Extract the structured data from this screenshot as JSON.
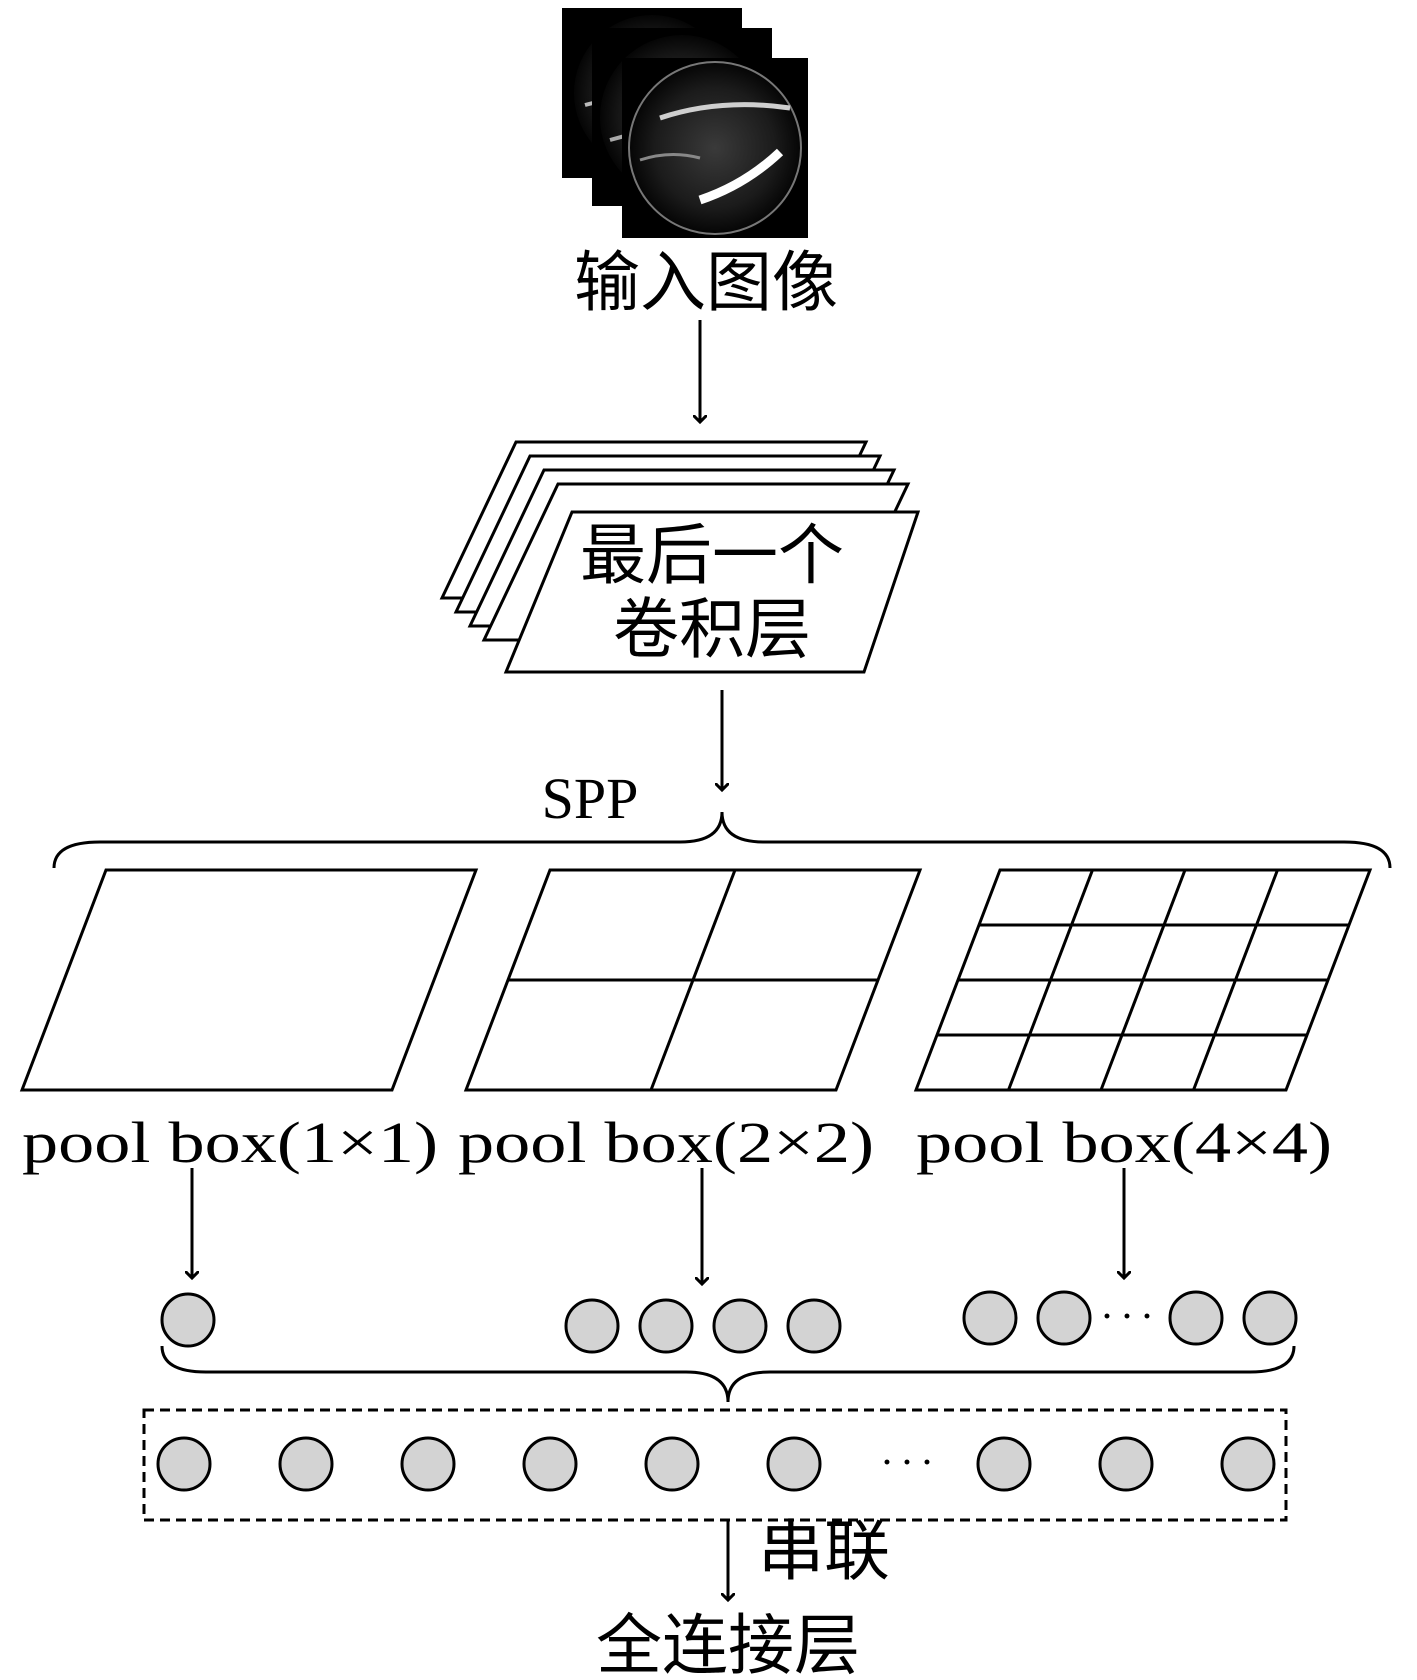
{
  "diagram": {
    "input_label": "输入图像",
    "conv_label_line1": "最后一个",
    "conv_label_line2": "卷积层",
    "spp_label": "SPP",
    "pool_labels": [
      "pool box(1×1)",
      "pool box(2×2)",
      "pool box(4×4)"
    ],
    "pool_grid_sizes": [
      1,
      2,
      4
    ],
    "outputs_per_pool": [
      1,
      4,
      16
    ],
    "ellipsis": "···",
    "concat_label": "串联",
    "fc_label": "全连接层",
    "colors": {
      "stroke": "#000000",
      "node_fill": "#d3d3d3",
      "background": "#ffffff"
    }
  }
}
